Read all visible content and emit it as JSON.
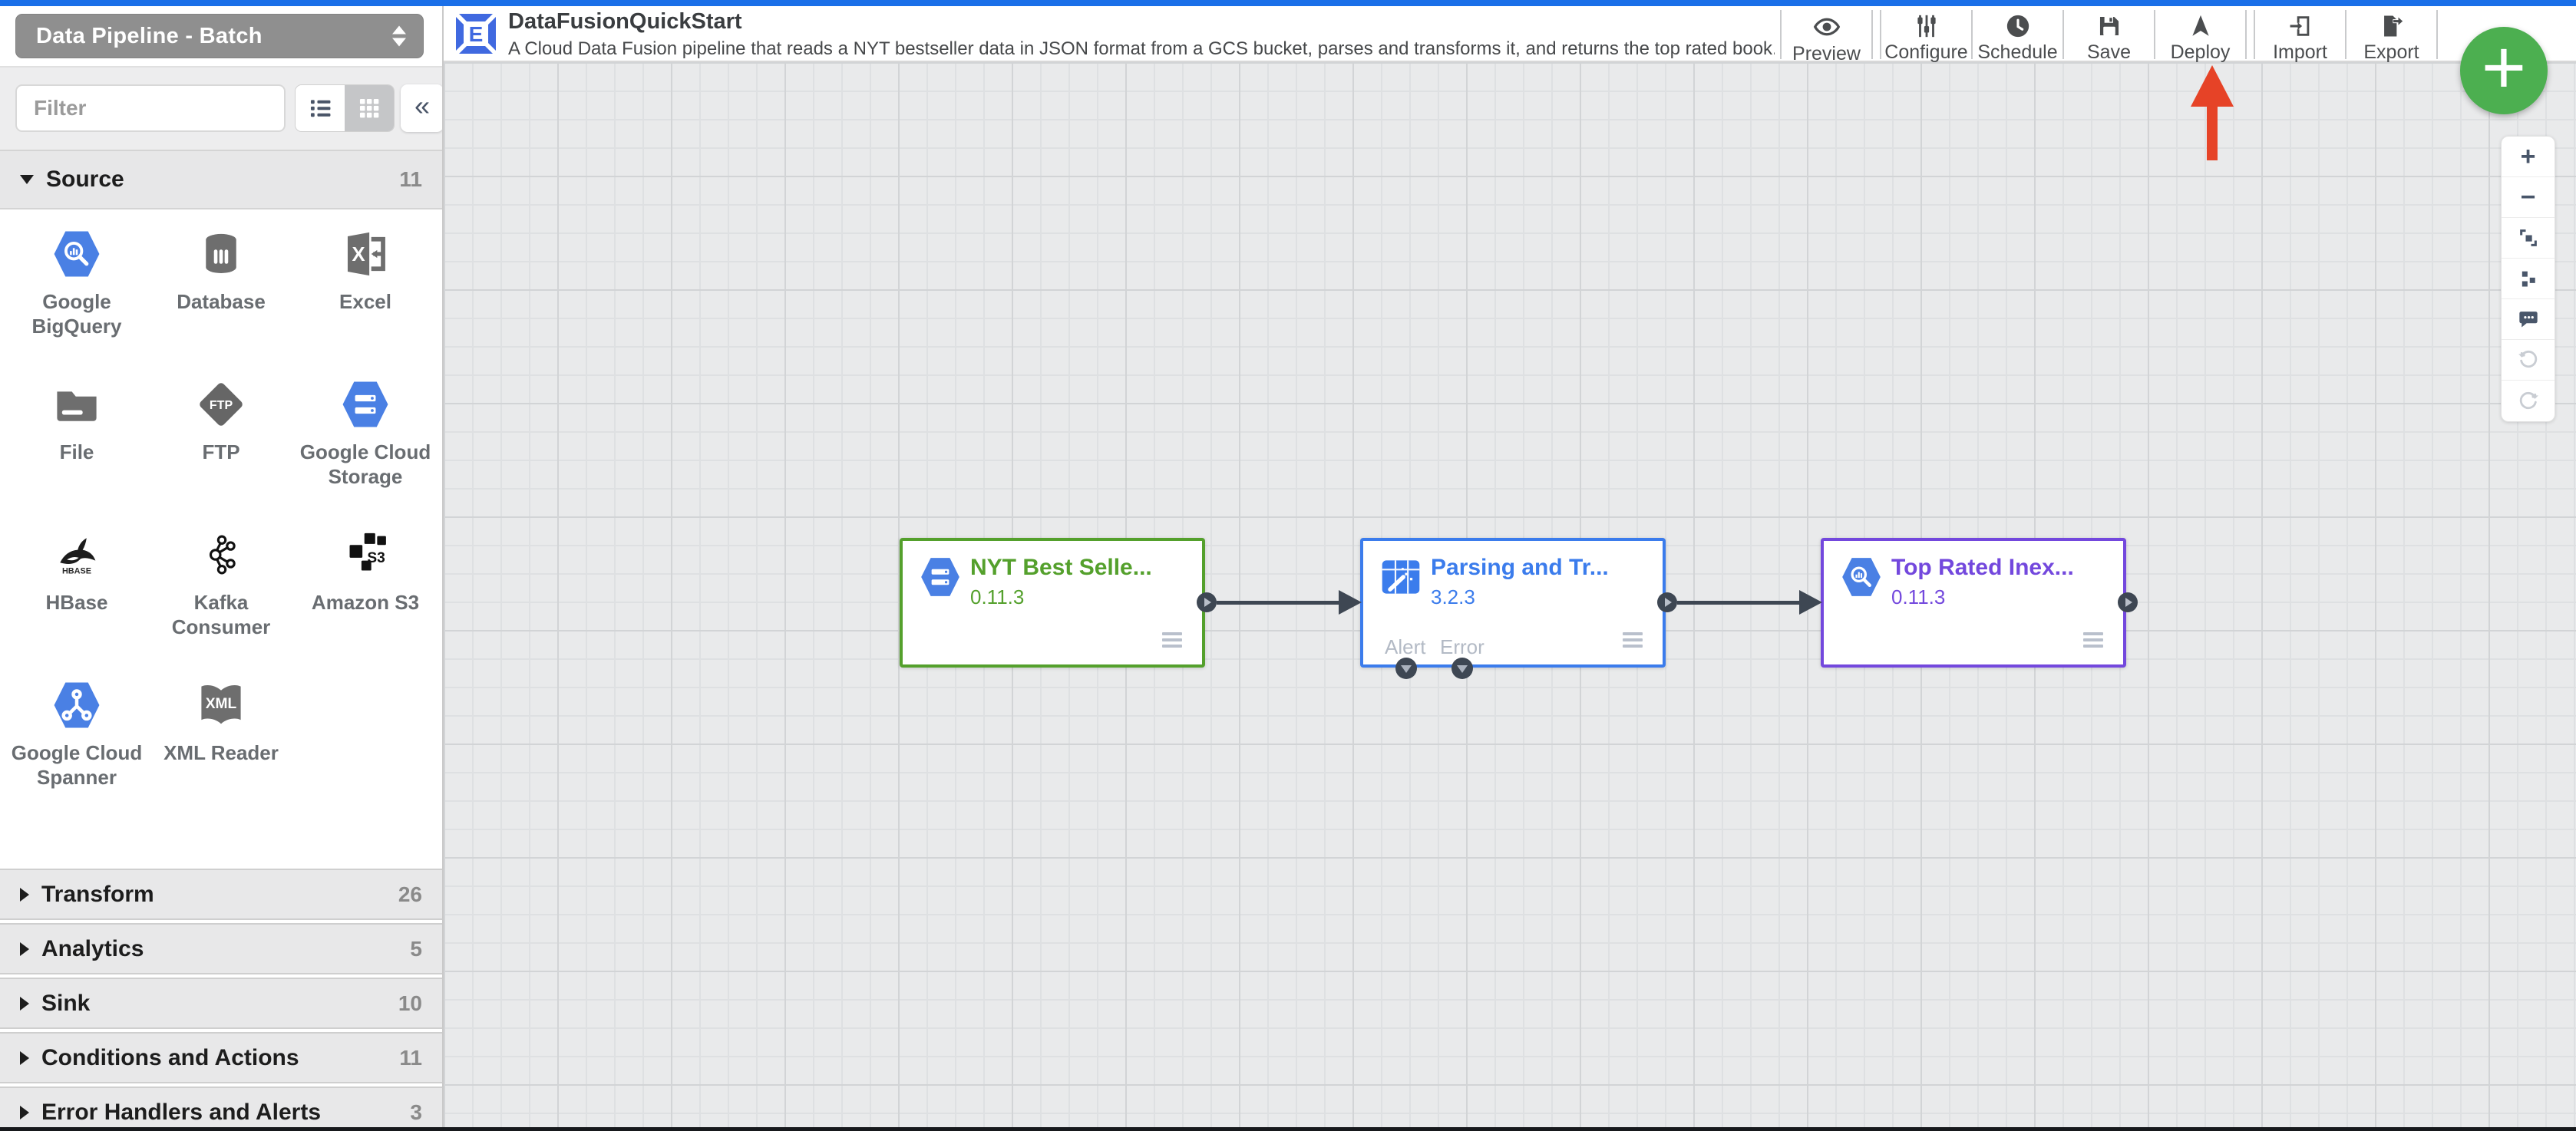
{
  "app": {
    "pipeline_type_selector": "Data Pipeline - Batch"
  },
  "header": {
    "title": "DataFusionQuickStart",
    "description": "A Cloud Data Fusion pipeline that reads a NYT bestseller data in JSON format from a GCS bucket, parses and transforms it, and returns the top rated book...",
    "toolbar": [
      {
        "label": "Preview",
        "icon": "eye-icon"
      },
      {
        "label": "Configure",
        "icon": "sliders-icon"
      },
      {
        "label": "Schedule",
        "icon": "clock-icon"
      },
      {
        "label": "Save",
        "icon": "floppy-icon"
      },
      {
        "label": "Deploy",
        "icon": "send-icon"
      },
      {
        "label": "Import",
        "icon": "import-icon"
      },
      {
        "label": "Export",
        "icon": "export-icon"
      }
    ],
    "fab_label": "+"
  },
  "sidebar": {
    "filter_placeholder": "Filter",
    "collapse_glyph": "«",
    "source_section": {
      "label": "Source",
      "count": "11"
    },
    "plugins": [
      {
        "label": "Google BigQuery",
        "icon": "google-bigquery-icon"
      },
      {
        "label": "Database",
        "icon": "database-icon"
      },
      {
        "label": "Excel",
        "icon": "excel-icon"
      },
      {
        "label": "File",
        "icon": "file-folder-icon"
      },
      {
        "label": "FTP",
        "icon": "ftp-icon"
      },
      {
        "label": "Google Cloud Storage",
        "icon": "google-cloud-storage-icon"
      },
      {
        "label": "HBase",
        "icon": "hbase-icon"
      },
      {
        "label": "Kafka Consumer",
        "icon": "kafka-icon"
      },
      {
        "label": "Amazon S3",
        "icon": "amazon-s3-icon"
      },
      {
        "label": "Google Cloud Spanner",
        "icon": "google-cloud-spanner-icon"
      },
      {
        "label": "XML Reader",
        "icon": "xml-reader-icon"
      }
    ],
    "categories": [
      {
        "label": "Transform",
        "count": "26"
      },
      {
        "label": "Analytics",
        "count": "5"
      },
      {
        "label": "Sink",
        "count": "10"
      },
      {
        "label": "Conditions and Actions",
        "count": "11"
      },
      {
        "label": "Error Handlers and Alerts",
        "count": "3"
      }
    ]
  },
  "canvas": {
    "nodes": [
      {
        "title": "NYT Best Selle...",
        "version": "0.11.3",
        "accent": "#54a02c",
        "icon": "google-cloud-storage-icon"
      },
      {
        "title": "Parsing and Tr...",
        "version": "3.2.3",
        "accent": "#3b7cec",
        "icon": "wrangler-icon",
        "alert_label": "Alert",
        "error_label": "Error"
      },
      {
        "title": "Top Rated Inex...",
        "version": "0.11.3",
        "accent": "#7348dd",
        "icon": "google-bigquery-icon"
      }
    ],
    "zoom_controls": {
      "zoom_in_glyph": "+",
      "zoom_out_glyph": "−"
    }
  },
  "colors": {
    "top_strip": "#1a6fe8",
    "fab_green": "#4caf50",
    "annotation_arrow_red": "#e64327",
    "edge_dark": "#3e4753",
    "node_green": "#54a02c",
    "node_blue": "#3b7cec",
    "node_purple": "#7348dd"
  }
}
